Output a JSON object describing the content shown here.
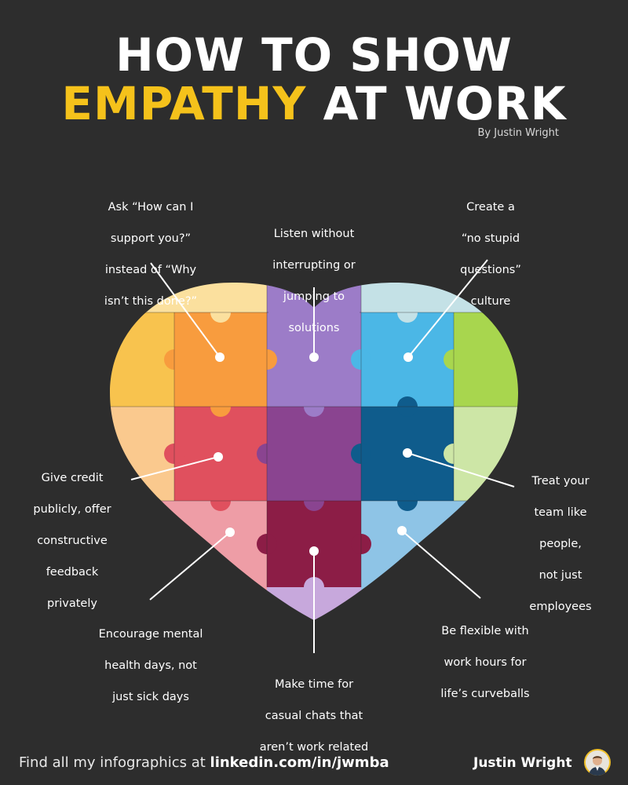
{
  "title": {
    "line1": "HOW TO SHOW",
    "line2_highlight": "EMPATHY",
    "line2_rest": "AT WORK",
    "highlight_color": "#f5c21b"
  },
  "byline": "By Justin Wright",
  "tips": [
    "Ask “How can I support you?” instead of “Why isn’t this done?”",
    "Listen without interrupting or jumping to solutions",
    "Create a “no stupid questions” culture",
    "Give credit publicly, offer constructive feedback privately",
    "Treat your team like people, not just employees",
    "Encourage mental health days, not just sick days",
    "Make time for casual chats that aren’t work related",
    "Be flexible with work hours for life’s curveballs"
  ],
  "tip_lines": [
    [
      "Ask “How can I",
      "support you?”",
      "instead of “Why",
      "isn’t this done?”"
    ],
    [
      "Listen without",
      "interrupting or",
      "jumping to",
      "solutions"
    ],
    [
      "Create a",
      "“no stupid",
      "questions”",
      "culture"
    ],
    [
      "Give credit",
      "publicly, offer",
      "constructive",
      "feedback",
      "privately"
    ],
    [
      "Treat your",
      "team like",
      "people,",
      "not just",
      "employees"
    ],
    [
      "Encourage mental",
      "health days, not",
      "just sick days"
    ],
    [
      "Make time for",
      "casual chats that",
      "aren’t work related"
    ],
    [
      "Be flexible with",
      "work hours for",
      "life’s curveballs"
    ]
  ],
  "footer": {
    "prefix": "Find all my infographics at",
    "link": "linkedin.com/in/jwmba",
    "name": "Justin Wright"
  },
  "piece_colors": {
    "top_left_outer": "#fbe09e",
    "left_upper": "#f8c34e",
    "left_lower": "#fac98e",
    "orange": "#f89c3e",
    "purple_top": "#9c7cc8",
    "purple_mid": "#8a4490",
    "top_right_outer": "#c4e1e6",
    "blue": "#4bb7e6",
    "green": "#a8d64e",
    "green_light": "#cde6a6",
    "red": "#e0505e",
    "navy": "#0f5c8c",
    "pink": "#ee9da6",
    "maroon": "#8c1d46",
    "light_blue": "#8ec4e6",
    "lavender": "#c7a8dc"
  }
}
